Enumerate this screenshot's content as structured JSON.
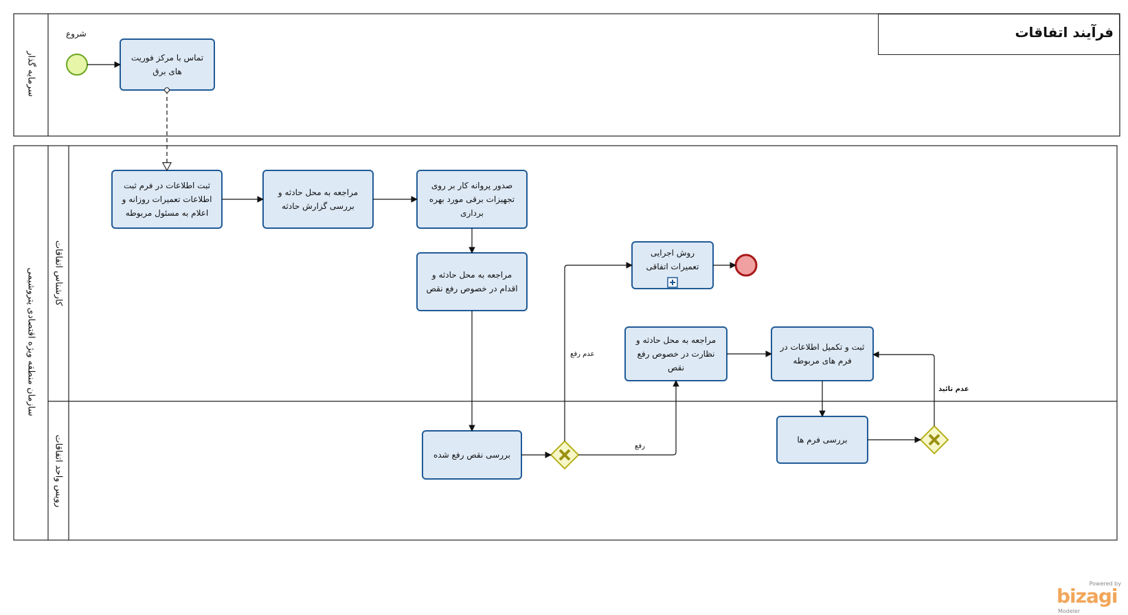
{
  "diagram": {
    "title": "فرآیند اتفاقات",
    "pools": [
      {
        "label": "سرمایه گذار",
        "lanes": []
      },
      {
        "label": "سازمان منطقه ویژه اقتصادی پتروشیمی",
        "lanes": [
          {
            "label": "کارشناس اتفاقات"
          },
          {
            "label": "رویس واحد اتفاقات"
          }
        ]
      }
    ],
    "start_event": {
      "label": "شروع"
    },
    "tasks": [
      {
        "id": "t1",
        "label": "تماس با مرکز فوریت های برق"
      },
      {
        "id": "t2",
        "label": "ثبت اطلاعات در فرم ثبت اطلاعات تعمیرات روزانه و اعلام به مسئول مربوطه"
      },
      {
        "id": "t3",
        "label": "مراجعه به محل حادثه و بررسی گزارش حادثه"
      },
      {
        "id": "t4",
        "label": "صدور پروانه کار بر روی تجهیزات برقی مورد بهره برداری"
      },
      {
        "id": "t5",
        "label": "مراجعه به محل حادثه و اقدام در خصوص رفع نقص"
      },
      {
        "id": "t6",
        "label": "بررسی نقص رفع شده"
      },
      {
        "id": "t7",
        "label": "روش اجرایی تعمیرات اتفاقی",
        "subprocess": true
      },
      {
        "id": "t8",
        "label": "مراجعه به محل حادثه و نظارت در خصوص رفع نقص"
      },
      {
        "id": "t9",
        "label": "ثبت و تکمیل اطلاعات در فرم های مربوطه"
      },
      {
        "id": "t10",
        "label": "بررسی فرم ها"
      }
    ],
    "flow_labels": {
      "not_fixed": "عدم رفع",
      "fixed": "رفع",
      "not_approved": "عدم تائید"
    },
    "colors": {
      "task_fill": "#dde9f5",
      "task_stroke": "#1f5a96",
      "start_fill": "#e6f5a8",
      "start_stroke": "#6aa51e",
      "end_fill": "#f0a0a0",
      "end_stroke": "#a81818",
      "gateway_fill": "#f6f6c8",
      "gateway_stroke": "#b7b01a",
      "gateway_mark": "#9b9010"
    },
    "watermark": {
      "powered": "Powered by",
      "brand": "bizagi",
      "product": "Modeler"
    }
  }
}
